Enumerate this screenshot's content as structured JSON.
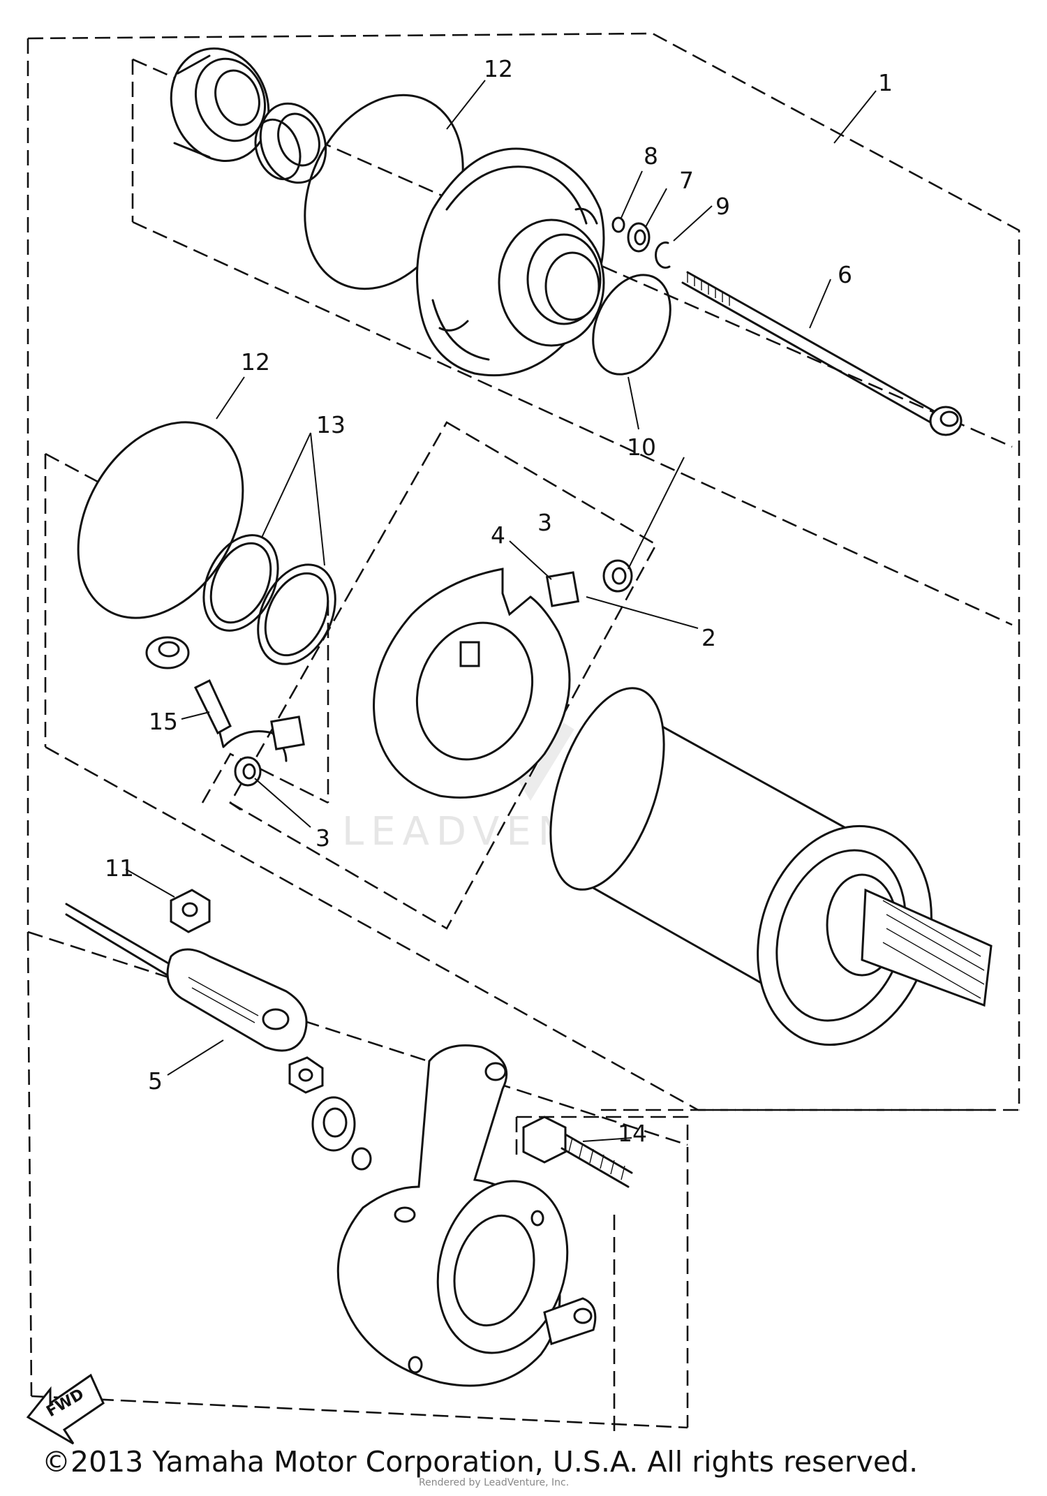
{
  "callouts": [
    {
      "id": "1",
      "text": "1"
    },
    {
      "id": "2",
      "text": "2"
    },
    {
      "id": "3a",
      "text": "3"
    },
    {
      "id": "3b",
      "text": "3"
    },
    {
      "id": "4",
      "text": "4"
    },
    {
      "id": "5",
      "text": "5"
    },
    {
      "id": "6",
      "text": "6"
    },
    {
      "id": "7",
      "text": "7"
    },
    {
      "id": "8",
      "text": "8"
    },
    {
      "id": "9",
      "text": "9"
    },
    {
      "id": "10",
      "text": "10"
    },
    {
      "id": "11",
      "text": "11"
    },
    {
      "id": "12a",
      "text": "12"
    },
    {
      "id": "12b",
      "text": "12"
    },
    {
      "id": "13",
      "text": "13"
    },
    {
      "id": "14",
      "text": "14"
    },
    {
      "id": "15",
      "text": "15"
    }
  ],
  "fwd_label": "FWD",
  "watermark": "LEADVENTURE",
  "copyright": "©2013 Yamaha Motor Corporation, U.S.A. All rights reserved.",
  "footer_small": "Rendered by LeadVenture, Inc."
}
